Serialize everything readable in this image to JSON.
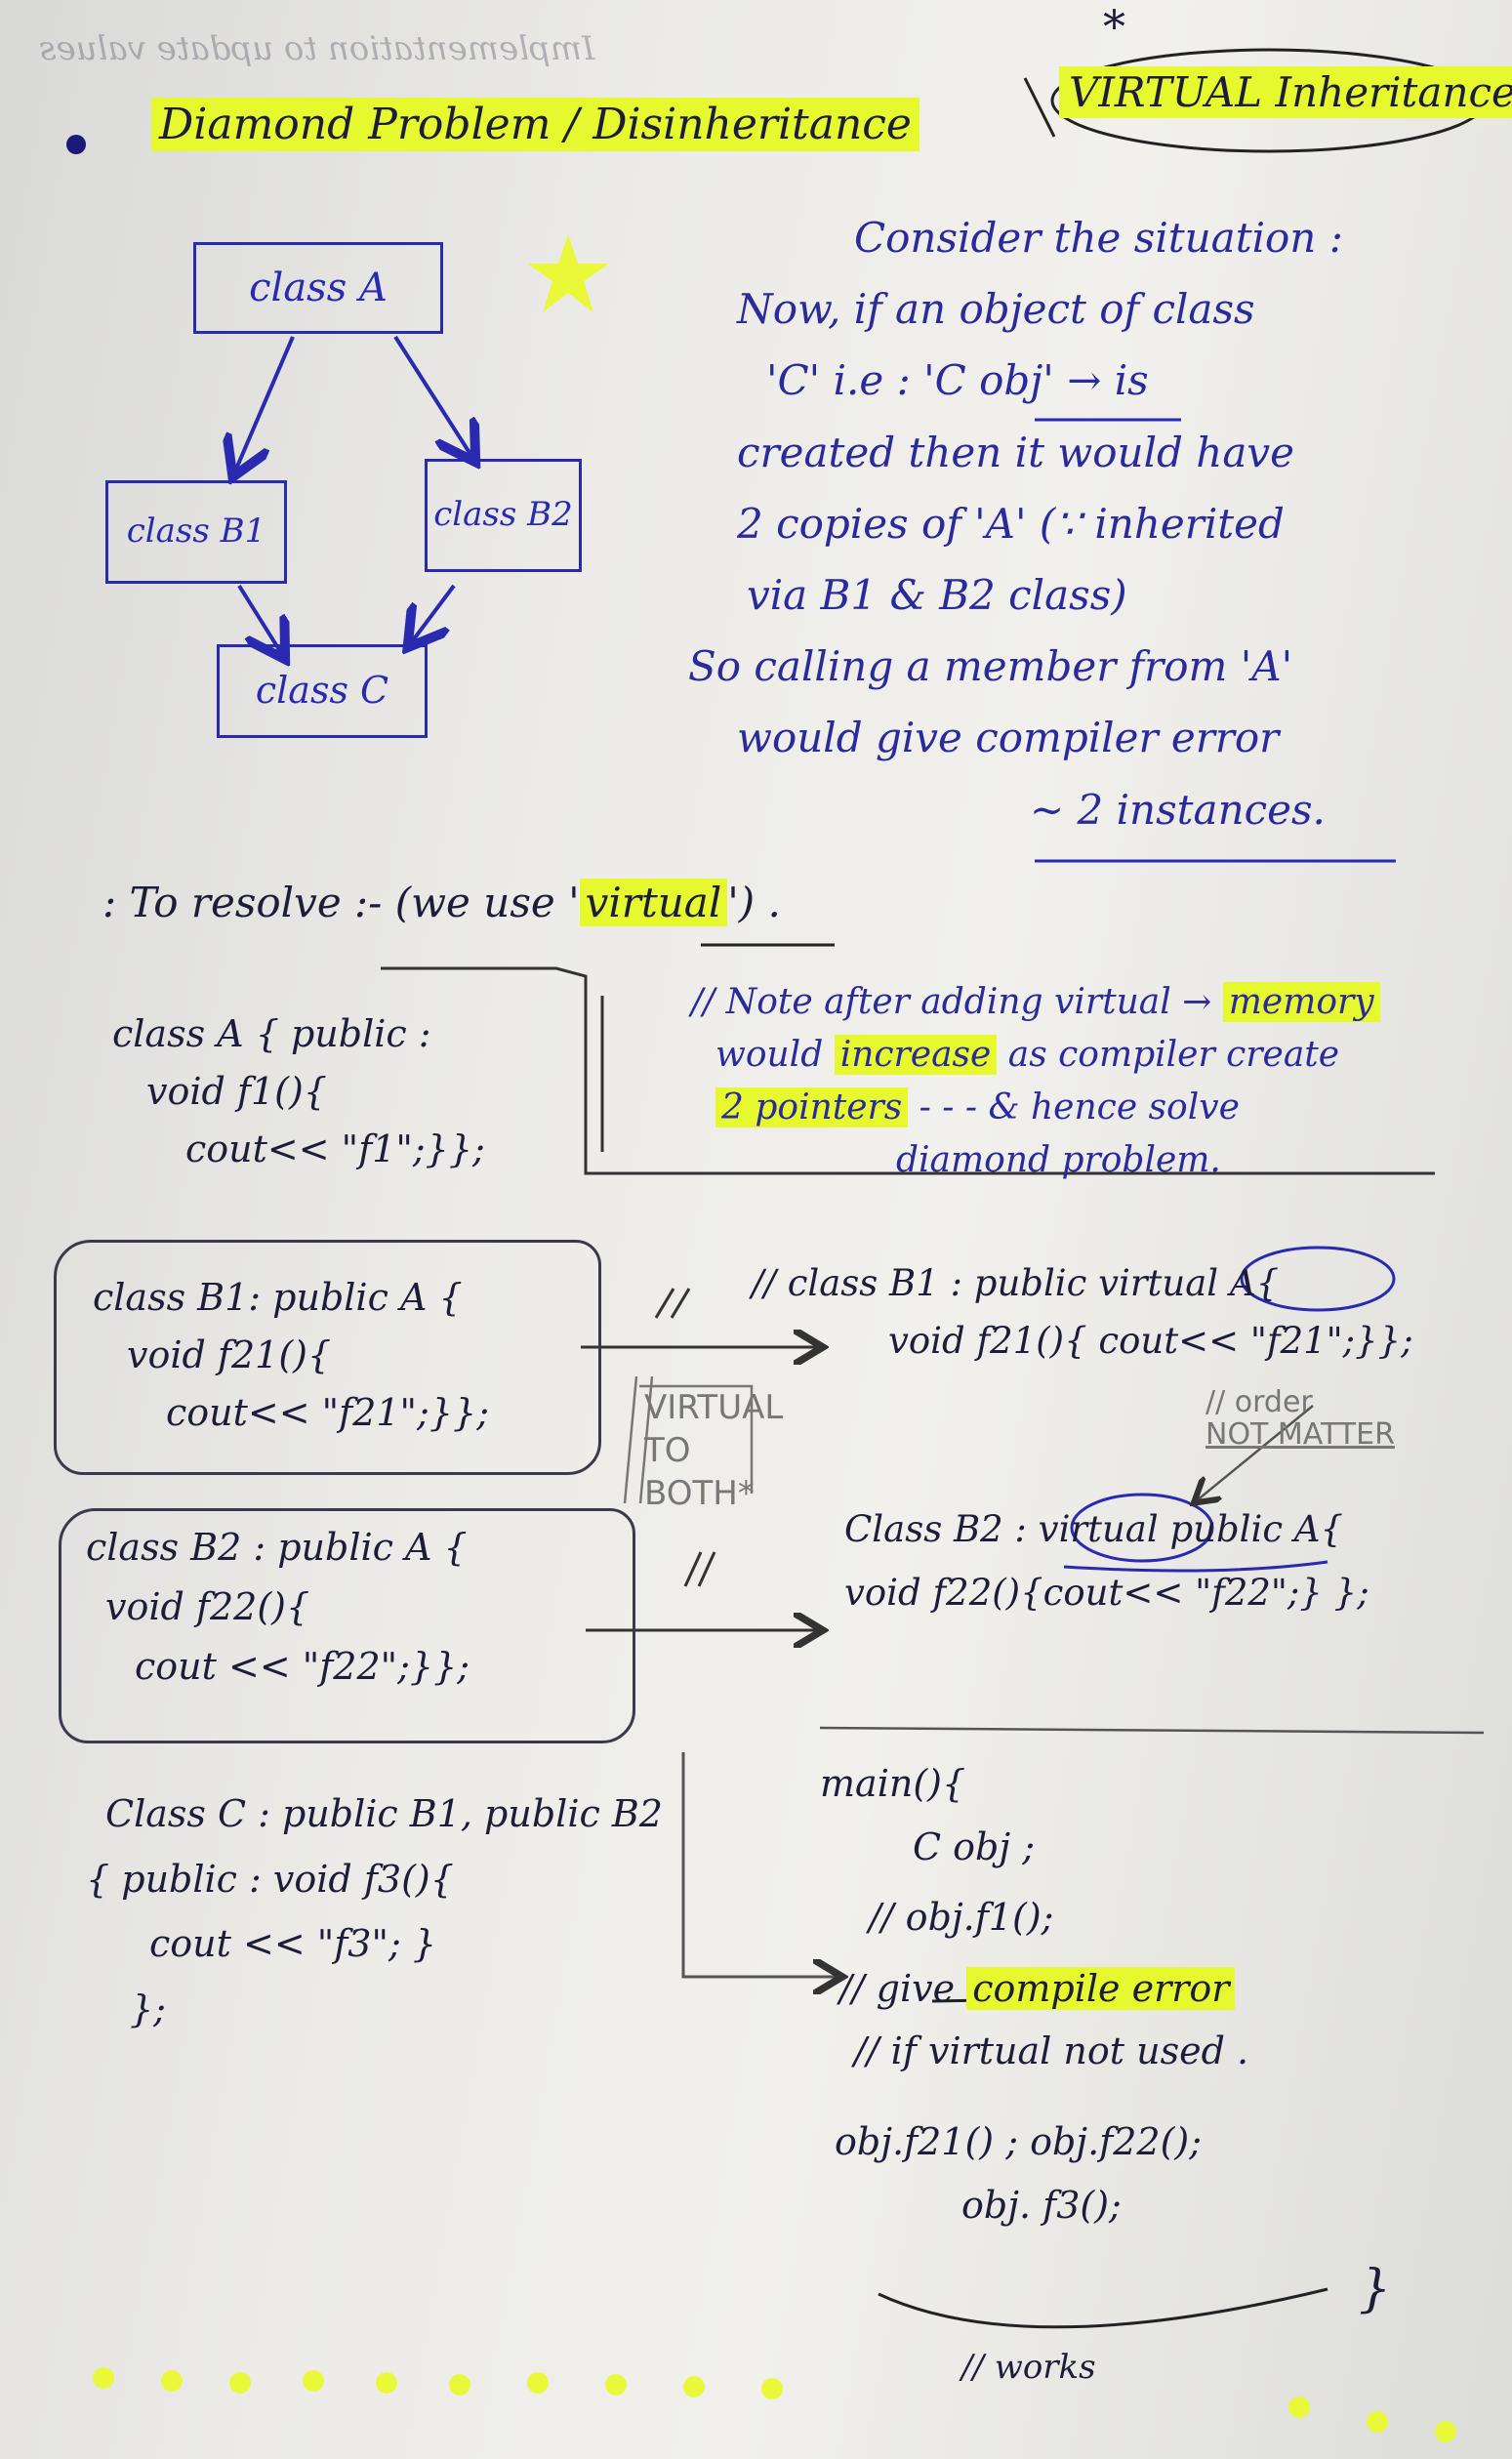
{
  "header": {
    "faint_top": "Implementation to update values",
    "title": "Diamond Problem / Disinheritance",
    "star_mark": "*",
    "virtual_inheritance": "VIRTUAL Inheritance"
  },
  "diagram": {
    "class_a": "class A",
    "class_b1": "class B1",
    "class_b2": "class B2",
    "class_c": "class C"
  },
  "explanation": {
    "line1": "Consider the situation :",
    "line2": "Now, if an object of class",
    "line3": "'C' i.e : 'C obj' → is",
    "line4": "created then it would have",
    "line5": "2 copies of 'A' (∵ inherited",
    "line6": "via B1 & B2 class)",
    "line7": "So calling a member from 'A'",
    "line8": "would give compiler error",
    "line9": "~ 2 instances."
  },
  "resolve": {
    "prefix": ": To resolve :- (we use '",
    "keyword": "virtual",
    "suffix": "') ."
  },
  "note": {
    "line1_a": "// Note after adding virtual → ",
    "line1_b": "memory",
    "line2_a": "would ",
    "line2_b": "increase",
    "line2_c": " as compiler create",
    "line3_a": "2 pointers",
    "line3_b": " - - - & hence solve",
    "line4": "diamond problem."
  },
  "code_left": {
    "class_a": [
      "class A { public :",
      "void f1(){",
      "cout<< \"f1\";}};"
    ],
    "class_b1": [
      "class B1: public A {",
      "void f21(){",
      "cout<< \"f21\";}};"
    ],
    "class_b2": [
      "class B2 : public A {",
      "void f22(){",
      "cout << \"f22\";}};"
    ],
    "class_c": [
      "Class C : public B1, public B2",
      "{ public : void f3(){",
      "cout << \"f3\"; }",
      "};"
    ]
  },
  "code_right": {
    "b1_line1_a": "// class B1 : public ",
    "b1_line1_b": "virtual",
    "b1_line1_c": " A{",
    "b1_line2": "void f21(){ cout<< \"f21\";}};",
    "virtual_to_both": "VIRTUAL TO BOTH*",
    "order_note_a": "// order",
    "order_note_b": "NOT MATTER",
    "b2_line1_a": "Class B2 : ",
    "b2_line1_b": "virtual",
    "b2_line1_c": " public A{",
    "b2_line2": "void f22(){cout<< \"f22\";} };"
  },
  "main_block": {
    "line1": "main(){",
    "line2": "C obj ;",
    "line3": "// obj.f1();",
    "line4_a": "// give ",
    "line4_b": "compile error",
    "line5": "// if virtual not used .",
    "line6": "obj.f21() ; obj.f22();",
    "line7": "obj. f3();",
    "line8": "}",
    "works": "// works"
  }
}
